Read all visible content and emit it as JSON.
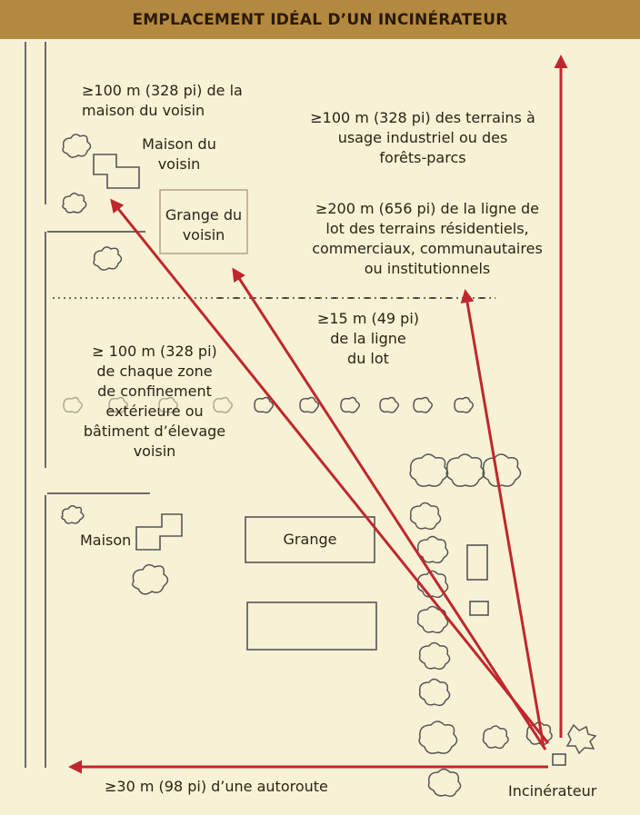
{
  "header": {
    "title": "EMPLACEMENT IDÉAL D’UN INCINÉRATEUR"
  },
  "colors": {
    "header_bg": "#b3893f",
    "background": "#f7f2d6",
    "arrow": "#c0272d",
    "sketch": "#555555"
  },
  "labels": {
    "neighbor_house_distance": "≥100 m (328 pi) de la\nmaison du voisin",
    "neighbor_house": "Maison du\nvoisin",
    "neighbor_barn": "Grange du\nvoisin",
    "industrial_distance": "≥100 m (328 pi) des terrains à\nusage industriel ou des\nforêts-parcs",
    "residential_distance": "≥200 m (656 pi) de la ligne de\nlot des terrains résidentiels,\ncommerciaux, communautaires\nou institutionnels",
    "lot_line_distance": "≥15 m (49 pi)\nde la ligne\ndu lot",
    "livestock_distance": "≥ 100 m (328 pi)\nde chaque zone\nde confinement\nextérieure ou\nbâtiment d’élevage\nvoisin",
    "house": "Maison",
    "barn": "Grange",
    "highway_distance": "≥30 m (98 pi) d’une autoroute",
    "incinerator": "Incinérateur"
  },
  "icons": [
    "tree-icon",
    "arrow-icon",
    "building-icon",
    "fence-line-icon"
  ]
}
